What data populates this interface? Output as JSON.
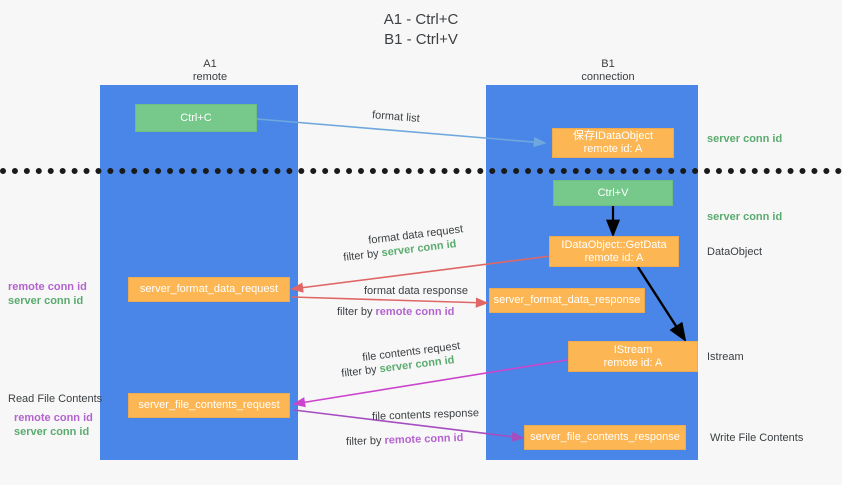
{
  "title": {
    "line1": "A1 - Ctrl+C",
    "line2": "B1 - Ctrl+V"
  },
  "columns": [
    {
      "name": "A1",
      "role": "remote"
    },
    {
      "name": "B1",
      "role": "connection"
    }
  ],
  "colors": {
    "lane": "#4a86e8",
    "green_node": "#76c98a",
    "orange_node": "#fcb654",
    "server_conn_id": "#5aab6e",
    "remote_conn_id": "#b463cf",
    "arrow_blue": "#6fa8dc",
    "arrow_red": "#e06666",
    "arrow_magenta": "#cc44cc",
    "arrow_purple": "#a64dbf",
    "arrow_black": "#000000",
    "divider": "#1a1a1a",
    "background": "#f7f7f7"
  },
  "nodes": {
    "ctrl_c": {
      "line1": "Ctrl+C"
    },
    "idataobject_store": {
      "line1": "保存IDataObject",
      "line2": "remote id: A"
    },
    "ctrl_v": {
      "line1": "Ctrl+V"
    },
    "getdata": {
      "line1": "IDataObject::GetData",
      "line2": "remote id: A"
    },
    "server_format_data_request": {
      "line1": "server_format_data_request"
    },
    "server_format_data_response": {
      "line1": "server_format_data_response"
    },
    "istream": {
      "line1": "IStream",
      "line2": "remote id: A"
    },
    "server_file_contents_request": {
      "line1": "server_file_contents_request"
    },
    "server_file_contents_response": {
      "line1": "server_file_contents_response"
    }
  },
  "edge_labels": {
    "format_list": "format list",
    "format_data_request": "format data request",
    "format_data_response": "format data response",
    "file_contents_request": "file contents request",
    "file_contents_response": "file contents response",
    "filter_by": "filter by",
    "server_conn_id": "server conn id",
    "remote_conn_id": "remote conn id"
  },
  "side_labels": {
    "right_server_conn_id_top": "server conn id",
    "right_server_conn_id_mid": "server conn id",
    "right_dataobject": "DataObject",
    "right_istream": "Istream",
    "right_write_file_contents": "Write File Contents",
    "left_read_file_contents": "Read File Contents",
    "left_remote_conn_id_mid": "remote conn id",
    "left_server_conn_id_mid": "server conn id",
    "left_remote_conn_id_bottom": "remote conn id",
    "left_server_conn_id_bottom": "server conn id"
  }
}
